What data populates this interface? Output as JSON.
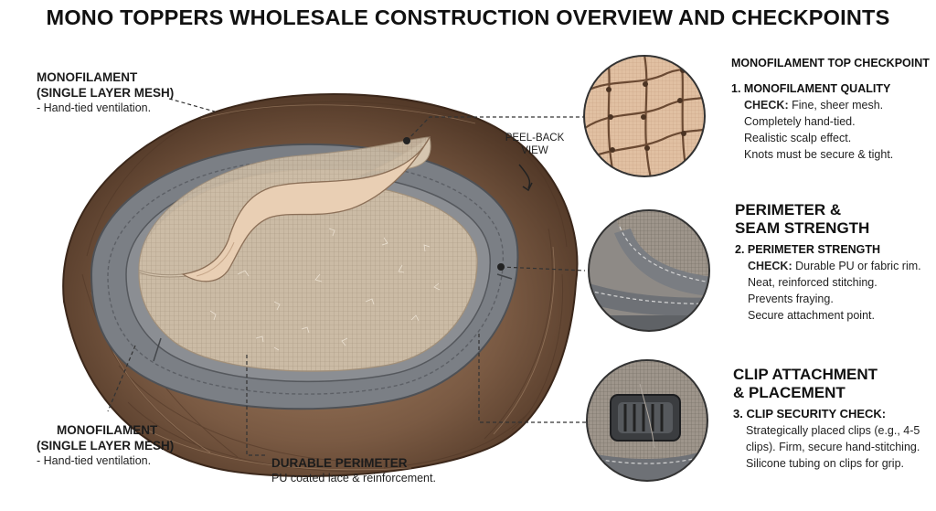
{
  "title": "MONO TOPPERS WHOLESALE CONSTRUCTION OVERVIEW AND CHECKPOINTS",
  "labels": {
    "mono_top": {
      "line1": "MONOFILAMENT",
      "line2": "(SINGLE LAYER MESH)",
      "desc": "- Hand-tied ventilation."
    },
    "mono_bottom": {
      "line1": "MONOFILAMENT",
      "line2": "(SINGLE LAYER MESH)",
      "desc": "- Hand-tied ventilation."
    },
    "peel": {
      "line1": "PEEL-BACK",
      "line2": "VIEW"
    },
    "perimeter": {
      "head": "DURABLE PERIMETER",
      "desc": "PU coated lace & reinforcement."
    }
  },
  "checkpoints": {
    "mono": {
      "section": "MONOFILAMENT TOP CHECKPOINT",
      "num": "1.",
      "check_title": "MONOFILAMENT QUALITY",
      "check_word": "CHECK:",
      "first_line": "Fine, sheer mesh.",
      "lines": [
        "Completely hand-tied.",
        "Realistic scalp effect.",
        "Knots must be secure & tight."
      ]
    },
    "perimeter": {
      "section_line1": "PERIMETER &",
      "section_line2": "SEAM STRENGTH",
      "num": "2.",
      "check_title": "PERIMETER STRENGTH",
      "check_word": "CHECK:",
      "first_line": "Durable PU or fabric rim.",
      "lines": [
        "Neat, reinforced stitching.",
        "Prevents fraying.",
        "Secure attachment point."
      ]
    },
    "clip": {
      "section_line1": "CLIP ATTACHMENT",
      "section_line2": "& PLACEMENT",
      "num": "3.",
      "check_title": "CLIP SECURITY CHECK:",
      "lines": [
        "Strategically placed clips (e.g., 4-5",
        "clips). Firm, secure hand-stitching.",
        "Silicone tubing on clips for grip."
      ]
    }
  },
  "colors": {
    "hair_dark": "#4a3222",
    "hair_mid": "#7a5a43",
    "hair_light": "#a68264",
    "mesh": "#c9b8a2",
    "mesh_light": "#d8c9b5",
    "perimeter": "#808389",
    "perimeter_dark": "#5b5e63",
    "skin": "#e7c9ad"
  }
}
